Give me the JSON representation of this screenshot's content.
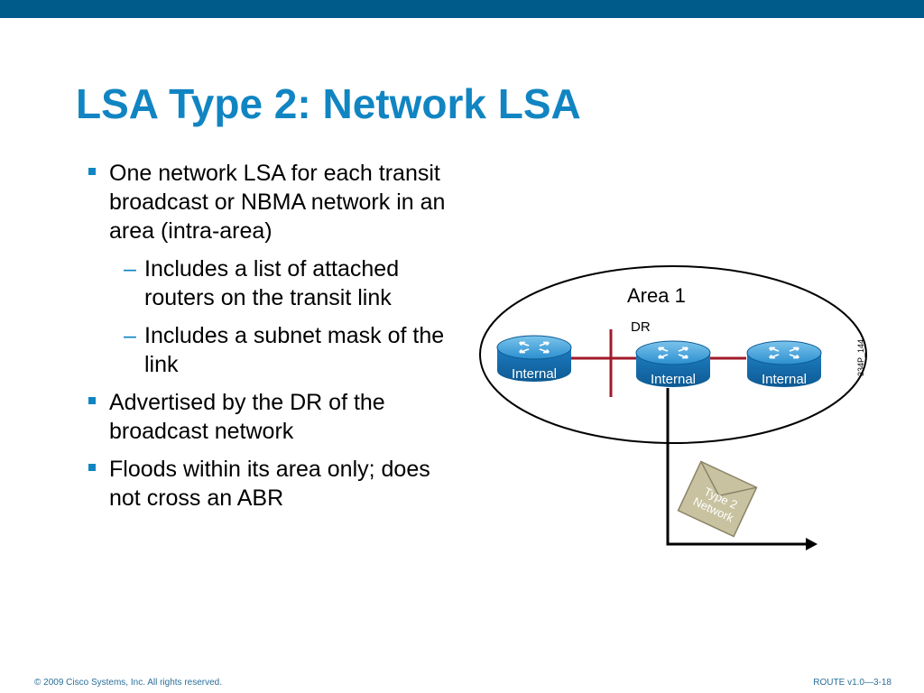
{
  "title": "LSA Type 2: Network LSA",
  "bullets": {
    "b1": "One network LSA for each transit broadcast or NBMA network in an area (intra-area)",
    "b1_sub1": "Includes a list of attached routers on the transit link",
    "b1_sub2": "Includes a subnet mask of the link",
    "b2": "Advertised by the DR of the broadcast network",
    "b3": "Floods within its area only; does not cross an ABR"
  },
  "diagram": {
    "area_label": "Area 1",
    "dr_label": "DR",
    "router_label": "Internal",
    "envelope_line1": "Type 2",
    "envelope_line2": "Network",
    "figure_id": "334P_144"
  },
  "footer": {
    "copyright": "© 2009 Cisco Systems, Inc. All rights reserved.",
    "course": "ROUTE v1.0—3-18"
  },
  "colors": {
    "header_bar": "#005a8a",
    "title": "#1185c2",
    "bullet": "#1185c2",
    "link": "#a01a2a",
    "router": "#1a7fc0"
  }
}
